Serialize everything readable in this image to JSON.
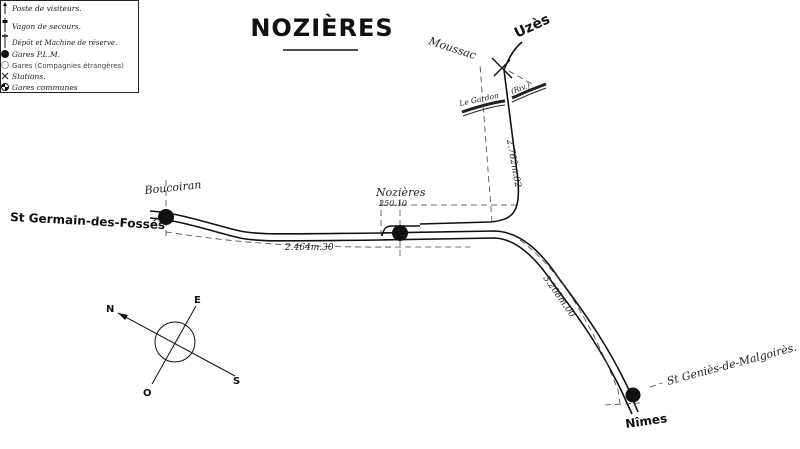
{
  "title": "NOZIÈRES",
  "legend": [
    {
      "icon": "visitor-post-icon",
      "label": "Poste de visiteurs."
    },
    {
      "icon": "rescue-wagon-icon",
      "label": "Vagon de secours."
    },
    {
      "icon": "depot-icon",
      "label": "Dépôt et Machine de réserve."
    },
    {
      "icon": "plm-station-icon",
      "label": "Gares P.L.M."
    },
    {
      "icon": "foreign-station-icon",
      "label": "Gares (Compagnies étrangères)"
    },
    {
      "icon": "stop-icon",
      "label": "Stations."
    },
    {
      "icon": "shared-station-icon",
      "label": "Gares communes"
    }
  ],
  "places": {
    "st_germain": "St Germain-des-Fossés",
    "boucoiran": "Boucoiran",
    "nozieres": "Nozières",
    "moussac": "Moussac",
    "uzes": "Uzès",
    "le_gardon": "Le Gardon",
    "riv": "(Riv.)",
    "nimes": "Nîmes",
    "st_genies": "St Geniès-de-Malgoirès."
  },
  "distances": {
    "siding": "250.10",
    "west": "2.464m.30",
    "north": "2.762m.02",
    "south": "3.208m.00"
  },
  "compass": {
    "n": "N",
    "e": "E",
    "s": "S",
    "o": "O"
  }
}
